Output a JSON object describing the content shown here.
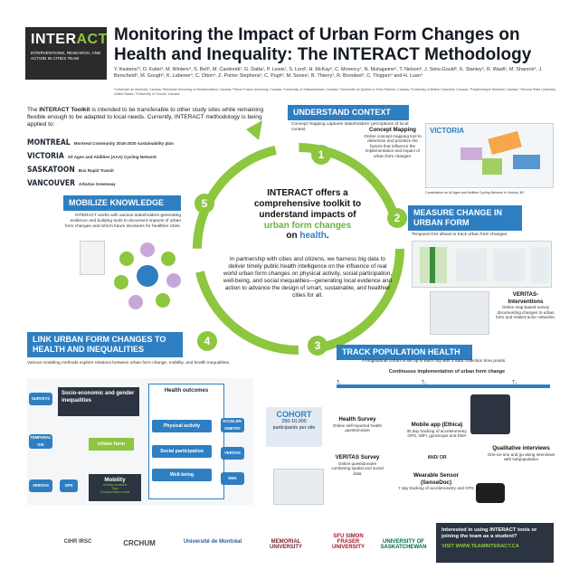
{
  "logo": {
    "word_a": "INTER",
    "word_b": "ACT",
    "tagline": "Interventions, Research, and Action in Cities Team"
  },
  "title": "Monitoring the Impact of Urban Form Changes on Health and Inequality: The INTERACT Methodology",
  "authors": "Y. Kestens¹², D. Fuller³, M. Winters⁴, S. Bell⁵, M. Cantinotti¹, G. Datta¹, P. Lewis¹, S. Lord¹, H. McKay⁶, C. Morency⁷, N. Muhajarine⁵, T. Nelson⁸, J. Sims-Gould⁶, K. Stanley⁵, R. Wasfi¹, M. Shareck⁹, J. Berscheid⁵, M. Gough⁴, K. Laberee⁴, C. Otton⁴, Z. Poirier Stephens¹, C. Pugh³, M. Sones¹, B. Thierry¹, R. Brondeel¹, C. Thigpen⁴ and H. Luan⁴",
  "affiliations": "¹Université de Montréal, Canada; ²Memorial University of Newfoundland, Canada; ³Simon Fraser University, Canada; ⁴University of Saskatchewan, Canada; ⁵Université du Québec à Trois-Rivières, Canada; ⁶University of British Columbia, Canada; ⁷Polytechnique Montréal, Canada; ⁸Arizona State University, United States; ⁹University of Toronto, Canada",
  "intro": {
    "p1_a": "The ",
    "p1_b": "INTERACT Toolkit",
    "p1_c": " is intended to be transferable to other study sites while remaining flexible enough to be adapted to local needs. Currently, INTERACT methodology is being applied to:"
  },
  "cities": [
    {
      "name": "MONTREAL",
      "desc": "Montreal Community 2016-2020 sustainability plan"
    },
    {
      "name": "VICTORIA",
      "desc": "All Ages and Abilities (AAA) Cycling Network"
    },
    {
      "name": "SASKATOON",
      "desc": "Bus Rapid Transit"
    },
    {
      "name": "VANCOUVER",
      "desc": "Arbutus Greenway"
    }
  ],
  "center": {
    "line1": "INTERACT offers a comprehensive toolkit to understand impacts of",
    "line2": "urban form changes",
    "line3a": "on ",
    "line3b": "health",
    "line3c": ".",
    "body": "In partnership with cities and citizens, we harness big data to deliver timely public health intelligence on the influence of real world urban form changes on physical activity, social participation, well-being, and social inequalities—generating local evidence and action to advance the design of smart, sustainable, and healthier cities for all."
  },
  "steps": [
    "1",
    "2",
    "3",
    "4",
    "5"
  ],
  "understand": {
    "heading": "UNDERSTAND CONTEXT",
    "text": "Concept mapping captures stakeholders' perceptions of local context.",
    "box_title": "Concept Mapping",
    "box_text": "Online concept mapping tool to determine and prioritize the factors that influence the implementation and impact of urban form changes.",
    "map_label": "VICTORIA",
    "caption": "Consultation on All Ages and Abilities Cycling Network in Victoria, BC"
  },
  "measure": {
    "heading": "MEASURE CHANGE IN URBAN FORM",
    "text": "Temporal GIS allows to track urban form changes.",
    "box_title": "VERITAS-Interventions",
    "box_text": "Online map-based survey documenting changes to urban form and related actor networks."
  },
  "mobilize": {
    "heading": "MOBILIZE KNOWLEDGE",
    "text": "INTERACT works with various stakeholders generating evidence and building tools to document impacts of urban form changes and inform future decisions for healthier cities."
  },
  "link": {
    "heading": "LINK URBAN FORM CHANGES TO HEALTH AND INEQUALITIES",
    "text": "Various modeling methods explore relations between urban form change, mobility, and health inequalities.",
    "surveys": "SURVEYS",
    "temporal_gis": "TEMPORAL GIS",
    "veritas": "VERITAS",
    "gps": "GPS",
    "socio": "Socio-economic and gender inequalities",
    "urban_form": "Urban form",
    "mobility": "Mobility",
    "mobility_sub": "Activity locations\nTrips\nTransportation mode",
    "health_outcomes": "Health outcomes",
    "physical_activity": "Physical activity",
    "social_participation": "Social participation",
    "well_being": "Well-being",
    "accelerometry": "ACCELER-OMETRY",
    "veritas2": "VERITAS",
    "ema": "EMA"
  },
  "track": {
    "heading": "TRACK POPULATION HEALTH",
    "text": "A longitudinal cohort is set up in each city with 3 data collection time points.",
    "timeline": "Continuous implementation of urban form change",
    "t1": "T₁",
    "t2": "T₂",
    "t3": "T₃",
    "cohort": "COHORT",
    "cohort_sub": "250-10,000 participants per site",
    "health_survey": "Health Survey",
    "health_survey_text": "Online self-reported health questionnaire",
    "veritas_survey": "VERITAS Survey",
    "veritas_survey_text": "Online questionnaire combining spatial and social data",
    "mobile_app": "Mobile app (Ethica)",
    "mobile_app_text": "30 day tracking of accelerometry, GPS, WiFi, gyroscope and EMA",
    "andor": "AND/ OR",
    "sensor": "Wearable Sensor (SenseDoc)",
    "sensor_text": "7 day tracking of accelerometry and GPS",
    "qual": "Qualitative interviews",
    "qual_text": "One-on-one and go-along interviews with subpopulation"
  },
  "sponsors": [
    "CIHR IRSC",
    "CRCHUM",
    "Université de Montréal",
    "MEMORIAL UNIVERSITY",
    "SFU SIMON FRASER UNIVERSITY",
    "UNIVERSITY OF SASKATCHEWAN"
  ],
  "cta": {
    "question": "Interested in using INTERACT tools or joining the team as a student?",
    "web": "VISIT WWW.TEAMINTERACT.CA"
  },
  "colors": {
    "blue": "#2e7fc2",
    "green": "#8dc63f",
    "dark": "#2b2b2b"
  }
}
